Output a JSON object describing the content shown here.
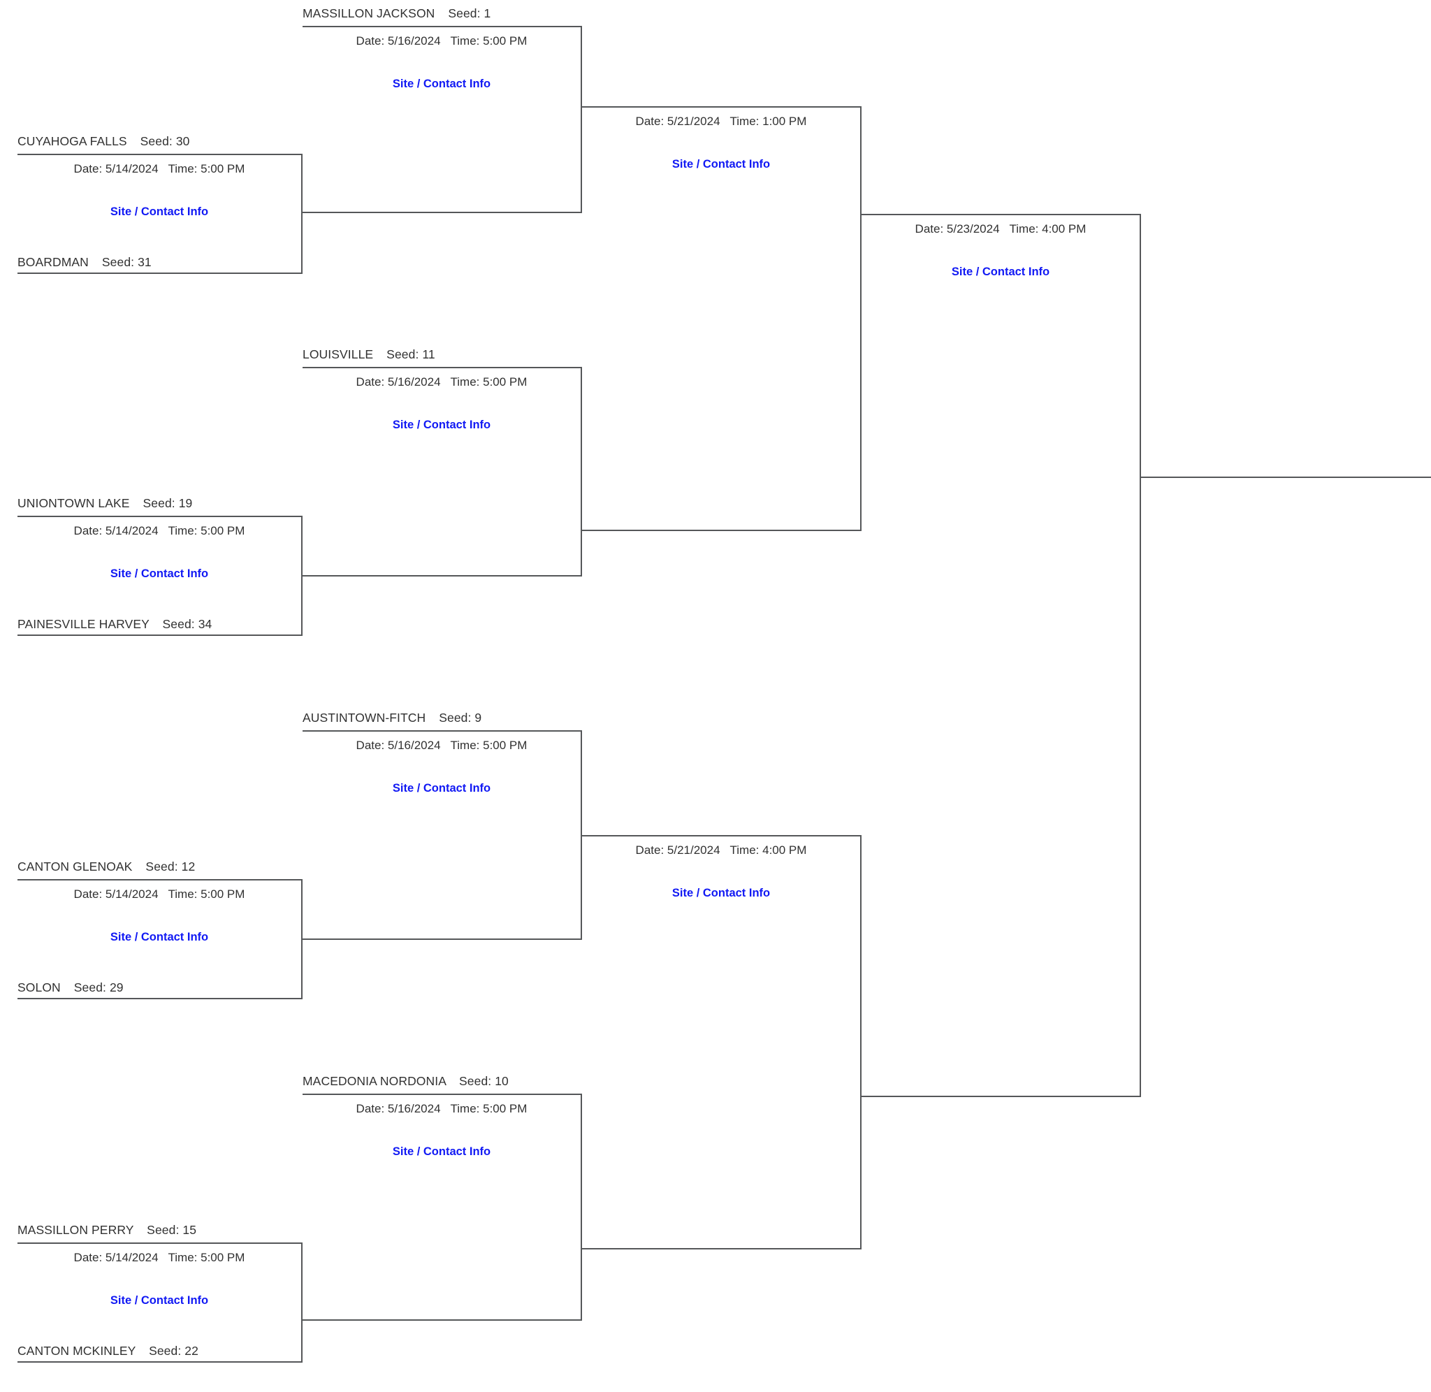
{
  "bracket": {
    "site_link_label": "Site / Contact Info",
    "date_prefix": "Date:",
    "time_prefix": "Time:",
    "seed_prefix": "Seed:",
    "link_color": "#1119f4",
    "line_color": "#555759",
    "text_color": "#313131",
    "rounds": [
      {
        "name": "round-1",
        "matches": [
          {
            "id": "r1-m1",
            "top_team": "CUYAHOGA FALLS",
            "top_seed": "Seed: 30",
            "bottom_team": "BOARDMAN",
            "bottom_seed": "Seed: 31",
            "date": "Date: 5/14/2024",
            "time": "Time: 5:00 PM",
            "site": "Site / Contact Info"
          },
          {
            "id": "r1-m2",
            "top_team": "UNIONTOWN LAKE",
            "top_seed": "Seed: 19",
            "bottom_team": "PAINESVILLE HARVEY",
            "bottom_seed": "Seed: 34",
            "date": "Date: 5/14/2024",
            "time": "Time: 5:00 PM",
            "site": "Site / Contact Info"
          },
          {
            "id": "r1-m3",
            "top_team": "CANTON GLENOAK",
            "top_seed": "Seed: 12",
            "bottom_team": "SOLON",
            "bottom_seed": "Seed: 29",
            "date": "Date: 5/14/2024",
            "time": "Time: 5:00 PM",
            "site": "Site / Contact Info"
          },
          {
            "id": "r1-m4",
            "top_team": "MASSILLON PERRY",
            "top_seed": "Seed: 15",
            "bottom_team": "CANTON MCKINLEY",
            "bottom_seed": "Seed: 22",
            "date": "Date: 5/14/2024",
            "time": "Time: 5:00 PM",
            "site": "Site / Contact Info"
          }
        ]
      },
      {
        "name": "round-2",
        "matches": [
          {
            "id": "r2-m1",
            "top_team": "MASSILLON JACKSON",
            "top_seed": "Seed: 1",
            "date": "Date: 5/16/2024",
            "time": "Time: 5:00 PM",
            "site": "Site / Contact Info"
          },
          {
            "id": "r2-m2",
            "top_team": "LOUISVILLE",
            "top_seed": "Seed: 11",
            "date": "Date: 5/16/2024",
            "time": "Time: 5:00 PM",
            "site": "Site / Contact Info"
          },
          {
            "id": "r2-m3",
            "top_team": "AUSTINTOWN-FITCH",
            "top_seed": "Seed: 9",
            "date": "Date: 5/16/2024",
            "time": "Time: 5:00 PM",
            "site": "Site / Contact Info"
          },
          {
            "id": "r2-m4",
            "top_team": "MACEDONIA NORDONIA",
            "top_seed": "Seed: 10",
            "date": "Date: 5/16/2024",
            "time": "Time: 5:00 PM",
            "site": "Site / Contact Info"
          }
        ]
      },
      {
        "name": "round-3",
        "matches": [
          {
            "id": "r3-m1",
            "date": "Date: 5/21/2024",
            "time": "Time: 1:00 PM",
            "site": "Site / Contact Info"
          },
          {
            "id": "r3-m2",
            "date": "Date: 5/21/2024",
            "time": "Time: 4:00 PM",
            "site": "Site / Contact Info"
          }
        ]
      },
      {
        "name": "round-4",
        "matches": [
          {
            "id": "r4-m1",
            "date": "Date: 5/23/2024",
            "time": "Time: 4:00 PM",
            "site": "Site / Contact Info"
          }
        ]
      }
    ]
  }
}
